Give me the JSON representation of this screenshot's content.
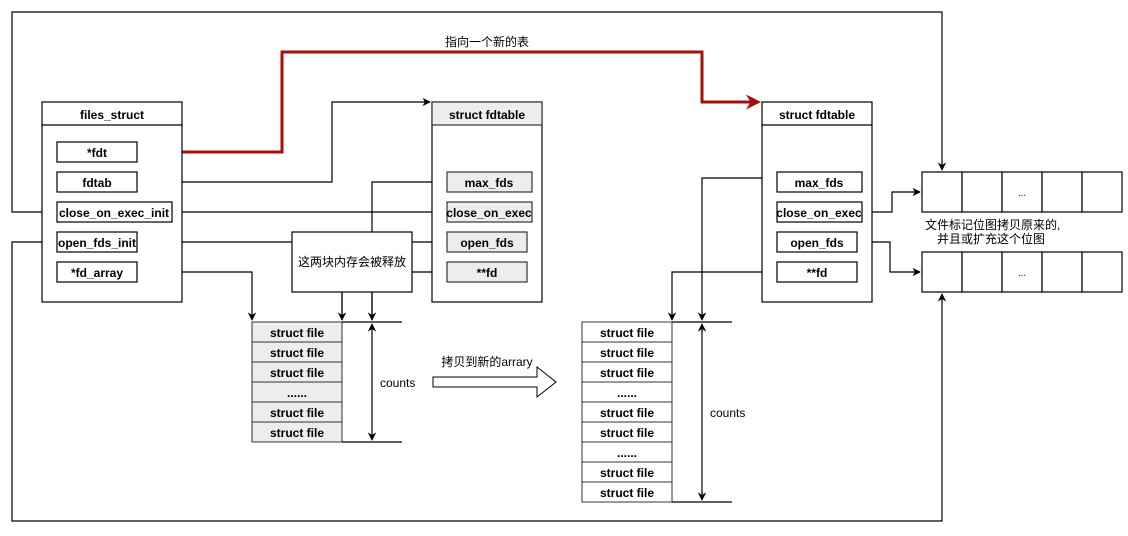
{
  "diagram": {
    "red_arrow_label": "指向一个新的表",
    "files_struct": {
      "title": "files_struct",
      "fields": [
        "*fdt",
        "fdtab",
        "close_on_exec_init",
        "open_fds_init",
        "*fd_array"
      ]
    },
    "old_fdtable": {
      "title": "struct fdtable",
      "fields": [
        "max_fds",
        "close_on_exec",
        "open_fds",
        "**fd"
      ]
    },
    "new_fdtable": {
      "title": "struct fdtable",
      "fields": [
        "max_fds",
        "close_on_exec",
        "open_fds",
        "**fd"
      ]
    },
    "release_note": "这两块内存会被释放",
    "old_file_array": {
      "items": [
        "struct file",
        "struct file",
        "struct file",
        "......",
        "struct file",
        "struct file"
      ],
      "counts_label": "counts"
    },
    "copy_arrow_label": "拷贝到新的arrary",
    "new_file_array": {
      "items": [
        "struct file",
        "struct file",
        "struct file",
        "......",
        "struct file",
        "struct file",
        "......",
        "struct file",
        "struct file"
      ],
      "counts_label": "counts"
    },
    "bitmap_top": {
      "cells": [
        "",
        "",
        "...",
        "",
        ""
      ]
    },
    "bitmap_bottom": {
      "cells": [
        "",
        "",
        "...",
        "",
        ""
      ]
    },
    "bitmap_note_line1": "文件标记位图拷贝原来的,",
    "bitmap_note_line2": "并且或扩充这个位图"
  }
}
